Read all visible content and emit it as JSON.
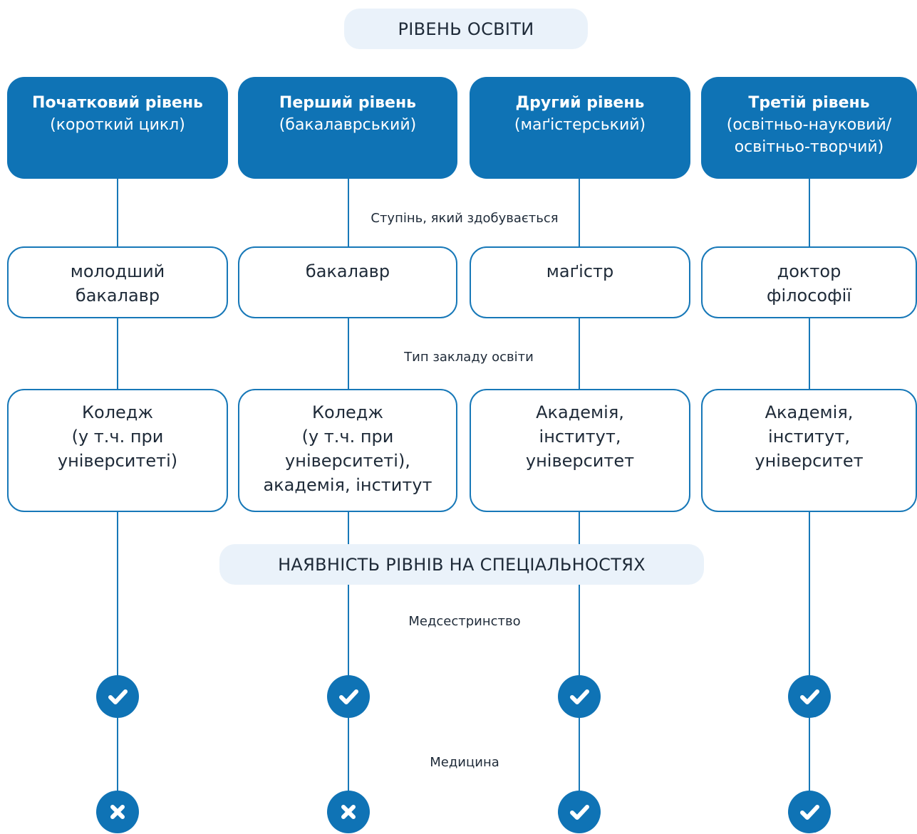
{
  "title": "РІВЕНЬ ОСВІТИ",
  "levels": [
    {
      "title": "Початковий рівень",
      "subtitle": "(короткий цикл)",
      "degree": "молодший\nбакалавр",
      "institution": "Коледж\n(у т.ч. при\nуніверситеті)"
    },
    {
      "title": "Перший рівень",
      "subtitle": "(бакалаврський)",
      "degree": "бакалавр",
      "institution": "Коледж\n(у т.ч.  при\nуніверситеті),\nакадемія, інститут"
    },
    {
      "title": "Другий рівень",
      "subtitle": "(маґістерський)",
      "degree": "маґістр",
      "institution": "Академія,\nінститут,\nуніверситет"
    },
    {
      "title": "Третій рівень",
      "subtitle": "(освітньо-науковий/\nосвітньо-творчий)",
      "degree": "доктор\nфілософії",
      "institution": "Академія,\n інститут,\nуніверситет"
    }
  ],
  "degree_label": "Ступінь, який здобувається",
  "institution_label": "Тип закладу освіти",
  "availability_title": "НАЯВНІСТЬ РІВНІВ НА СПЕЦІАЛЬНОСТЯХ",
  "specialties": [
    {
      "name": "Медсестринство",
      "available": [
        true,
        true,
        true,
        true
      ]
    },
    {
      "name": "Медицина",
      "available": [
        false,
        false,
        true,
        true
      ]
    }
  ],
  "colors": {
    "primary": "#0f73b5",
    "pill": "#eaf2fa"
  }
}
